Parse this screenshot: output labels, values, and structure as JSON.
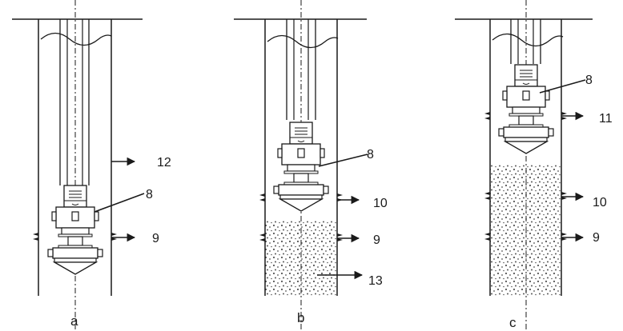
{
  "panels": [
    {
      "caption": "a",
      "callouts": {
        "tool": "8",
        "lower_anchor": "9",
        "well_wall": "12"
      }
    },
    {
      "caption": "b",
      "callouts": {
        "tool": "8",
        "upper_anchor": "10",
        "lower_anchor": "9",
        "fill": "13"
      }
    },
    {
      "caption": "c",
      "callouts": {
        "tool": "8",
        "top_anchor": "11",
        "upper_anchor": "10",
        "lower_anchor": "9"
      }
    }
  ],
  "colors": {
    "line": "#1a1a1a",
    "fill_dots": "#555555",
    "background": "#ffffff"
  },
  "icons": [
    "arrow-right-icon",
    "slip-tooth-icon",
    "packer-tool-icon",
    "centerline-icon"
  ]
}
